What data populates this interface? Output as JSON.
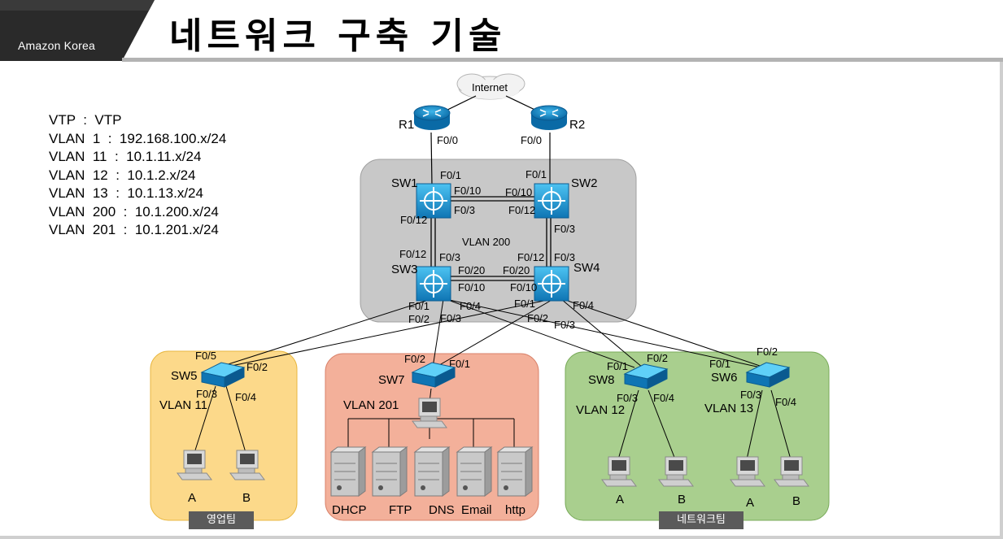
{
  "header": {
    "brand": "Amazon Korea",
    "title": "네트워크 구축 기술"
  },
  "vlan_legend": [
    "VTP  :  VTP",
    "VLAN  1  :  192.168.100.x/24",
    "VLAN  11  :  10.1.11.x/24",
    "VLAN  12  :  10.1.2.x/24",
    "VLAN  13  :  10.1.13.x/24",
    "VLAN  200  :  10.1.200.x/24",
    "VLAN  201  :  10.1.201.x/24"
  ],
  "cloud": {
    "label": "Internet"
  },
  "routers": {
    "r1": "R1",
    "r2": "R2"
  },
  "core": {
    "vlan_label": "VLAN 200",
    "switches": {
      "sw1": "SW1",
      "sw2": "SW2",
      "sw3": "SW3",
      "sw4": "SW4"
    }
  },
  "ports": {
    "r1_f00": "F0/0",
    "r2_f00": "F0/0",
    "sw1_f01": "F0/1",
    "sw1_f010": "F0/10",
    "sw1_f03": "F0/3",
    "sw1_f012": "F0/12",
    "sw2_f01": "F0/1",
    "sw2_f010": "F0/10",
    "sw2_f012": "F0/12",
    "sw2_f03": "F0/3",
    "sw3_f012": "F0/12",
    "sw3_f03": "F0/3",
    "sw3_f020": "F0/20",
    "sw3_f010": "F0/10",
    "sw3_f01": "F0/1",
    "sw3_f04": "F0/4",
    "sw3_f02": "F0/2",
    "sw3_f03b": "F0/3",
    "sw4_f012": "F0/12",
    "sw4_f03": "F0/3",
    "sw4_f020": "F0/20",
    "sw4_f010": "F0/10",
    "sw4_f01": "F0/1",
    "sw4_f04": "F0/4",
    "sw4_f02": "F0/2",
    "sw4_f03b": "F0/3",
    "sw5_f05": "F0/5",
    "sw5_f02": "F0/2",
    "sw5_f03": "F0/3",
    "sw5_f04": "F0/4",
    "sw7_f02": "F0/2",
    "sw7_f01": "F0/1",
    "sw8_f01": "F0/1",
    "sw8_f02": "F0/2",
    "sw8_f03": "F0/3",
    "sw8_f04": "F0/4",
    "sw6_f01": "F0/1",
    "sw6_f02": "F0/2",
    "sw6_f03": "F0/3",
    "sw6_f04": "F0/4"
  },
  "zones": {
    "sales": {
      "switch": "SW5",
      "vlan": "VLAN 11",
      "pcs": [
        "A",
        "B"
      ],
      "team": "영업팀",
      "color": "#fcd98a"
    },
    "server": {
      "switch": "SW7",
      "vlan": "VLAN 201",
      "servers": [
        "DHCP",
        "FTP",
        "DNS",
        "Email",
        "http"
      ],
      "color": "#f3b09a"
    },
    "network_sw8": {
      "switch": "SW8",
      "vlan": "VLAN 12",
      "pcs": [
        "A",
        "B"
      ]
    },
    "network_sw6": {
      "switch": "SW6",
      "vlan": "VLAN 13",
      "pcs": [
        "A",
        "B"
      ]
    },
    "network": {
      "team": "네트워크팀",
      "color": "#a9cf8e"
    }
  }
}
